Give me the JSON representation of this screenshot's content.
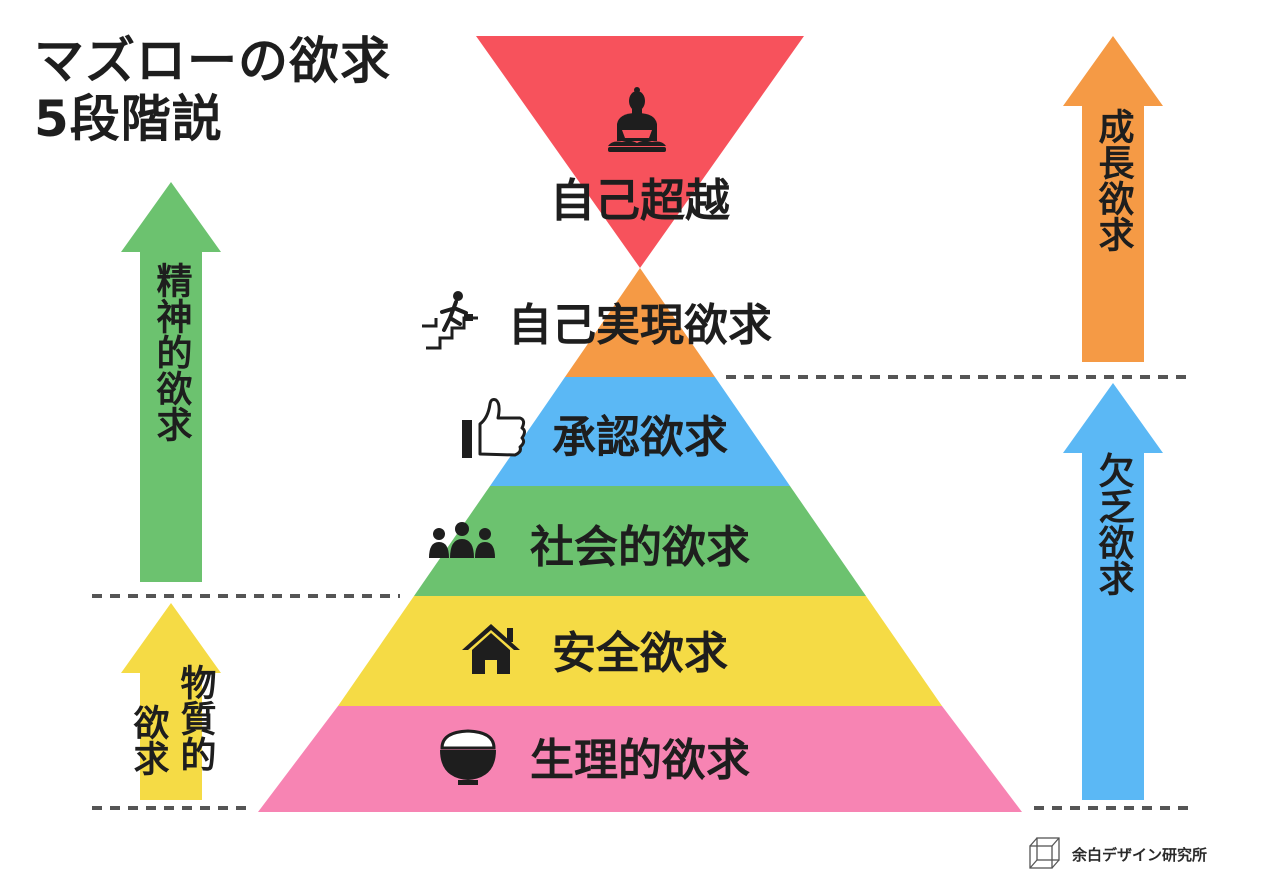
{
  "title": {
    "line1": "マズローの欲求",
    "line2": "5段階説"
  },
  "levels": [
    {
      "label": "自己超越",
      "icon": "buddha-icon",
      "color": "#f7525c"
    },
    {
      "label": "自己実現欲求",
      "icon": "stairs-runner-icon",
      "color": "#f59a45"
    },
    {
      "label": "承認欲求",
      "icon": "thumbs-up-icon",
      "color": "#5bb8f5"
    },
    {
      "label": "社会的欲求",
      "icon": "people-group-icon",
      "color": "#6cc26f"
    },
    {
      "label": "安全欲求",
      "icon": "house-icon",
      "color": "#f5db45"
    },
    {
      "label": "生理的欲求",
      "icon": "rice-bowl-icon",
      "color": "#f784b3"
    }
  ],
  "arrows": {
    "spiritual": {
      "label": "精神的欲求",
      "color": "#6cc26f"
    },
    "physical": {
      "label_line1": "物質的",
      "label_line2": "欲求",
      "color": "#f5db45"
    },
    "growth": {
      "label": "成長欲求",
      "color": "#f59a45"
    },
    "deficiency": {
      "label": "欠乏欲求",
      "color": "#5bb8f5"
    }
  },
  "credit": {
    "label": "余白デザイン研究所",
    "icon": "cube-outline-icon"
  }
}
